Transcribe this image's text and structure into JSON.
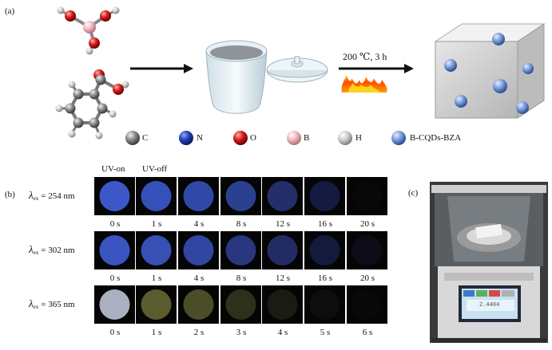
{
  "panels": {
    "a": "(a)",
    "b": "(b)",
    "c": "(c)"
  },
  "reaction": {
    "condition": "200 ℃, 3 h"
  },
  "legend": [
    {
      "symbol": "C",
      "color": "#7a7a7a"
    },
    {
      "symbol": "N",
      "color": "#1f3fa8"
    },
    {
      "symbol": "O",
      "color": "#d01515"
    },
    {
      "symbol": "B",
      "color": "#f0b8bd"
    },
    {
      "symbol": "H",
      "color": "#d8d8d8"
    },
    {
      "symbol": "B-CQDs-BZA",
      "color": "#7da0d8"
    }
  ],
  "column_headers": {
    "on": "UV-on",
    "off": "UV-off"
  },
  "rows": [
    {
      "lambda": "λ",
      "subscript": "ex",
      "value": "= 254 nm",
      "times": [
        "0 s",
        "1 s",
        "4 s",
        "8 s",
        "12 s",
        "16 s",
        "20 s"
      ],
      "glow_colors": [
        "#3d57c8",
        "#3550b8",
        "#3049a6",
        "#2c4090",
        "#232e6a",
        "#151a40",
        "#080808"
      ]
    },
    {
      "lambda": "λ",
      "subscript": "ex",
      "value": "= 302 nm",
      "times": [
        "0 s",
        "1 s",
        "4 s",
        "8 s",
        "12 s",
        "16 s",
        "20 s"
      ],
      "glow_colors": [
        "#3a55c2",
        "#3650b5",
        "#3046a0",
        "#28377e",
        "#222c63",
        "#141a3c",
        "#0b0c18"
      ]
    },
    {
      "lambda": "λ",
      "subscript": "ex",
      "value": "= 365 nm",
      "times": [
        "0 s",
        "1 s",
        "2 s",
        "3 s",
        "4 s",
        "5 s",
        "6 s"
      ],
      "glow_colors": [
        "#aab0bf",
        "#5a5c2e",
        "#4a4d27",
        "#2e3119",
        "#1b1c11",
        "#0d0d0b",
        "#080808"
      ]
    }
  ],
  "balance_display": {
    "reading": "2.4404"
  }
}
